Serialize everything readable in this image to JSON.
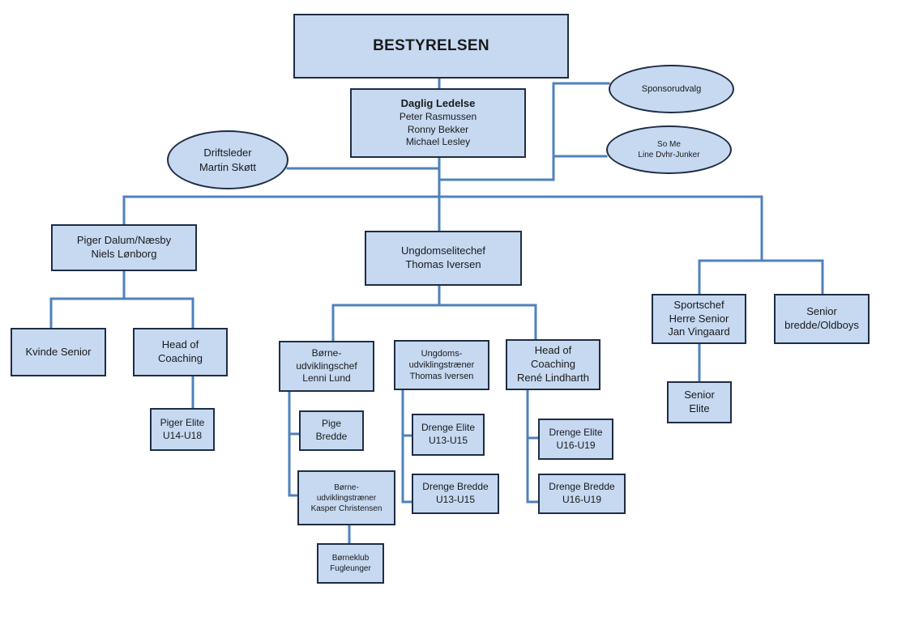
{
  "board": {
    "title": "BESTYRELSEN"
  },
  "daily": {
    "title": "Daglig Ledelse",
    "members": [
      "Peter Rasmussen",
      "Ronny Bekker",
      "Michael Lesley"
    ]
  },
  "driftsleder": {
    "role": "Driftsleder",
    "name": "Martin Skøtt"
  },
  "sponsor": {
    "label": "Sponsorudvalg"
  },
  "some": {
    "label": "So Me",
    "name": "Line Dvhr-Junker"
  },
  "girls": {
    "head": {
      "line1": "Piger Dalum/Næsby",
      "line2": "Niels Lønborg"
    },
    "kvinde": {
      "label": "Kvinde Senior"
    },
    "coaching": {
      "line1": "Head of",
      "line2": "Coaching"
    },
    "elite": {
      "line1": "Piger Elite",
      "line2": "U14-U18"
    }
  },
  "youth": {
    "head": {
      "line1": "Ungdomselitechef",
      "line2": "Thomas Iversen"
    },
    "borne": {
      "chef": {
        "line1": "Børne-",
        "line2": "udviklingschef",
        "line3": "Lenni Lund"
      },
      "pige": {
        "line1": "Pige",
        "line2": "Bredde"
      },
      "traener": {
        "line1": "Børne-",
        "line2": "udviklingstræner",
        "line3": "Kasper Christensen"
      },
      "klub": {
        "line1": "Børneklub",
        "line2": "Fugleunger"
      }
    },
    "ungdom": {
      "chef": {
        "line1": "Ungdoms-",
        "line2": "udviklingstræner",
        "line3": "Thomas Iversen"
      },
      "elite": {
        "line1": "Drenge Elite",
        "line2": "U13-U15"
      },
      "bredde": {
        "line1": "Drenge Bredde",
        "line2": "U13-U15"
      }
    },
    "coaching": {
      "chef": {
        "line1": "Head of",
        "line2": "Coaching",
        "line3": "René Lindharth"
      },
      "elite": {
        "line1": "Drenge Elite",
        "line2": "U16-U19"
      },
      "bredde": {
        "line1": "Drenge Bredde",
        "line2": "U16-U19"
      }
    }
  },
  "senior": {
    "sport": {
      "line1": "Sportschef",
      "line2": "Herre Senior",
      "line3": "Jan Vingaard"
    },
    "elite": {
      "line1": "Senior",
      "line2": "Elite"
    },
    "bredde": {
      "line1": "Senior",
      "line2": "bredde/Oldboys"
    }
  }
}
